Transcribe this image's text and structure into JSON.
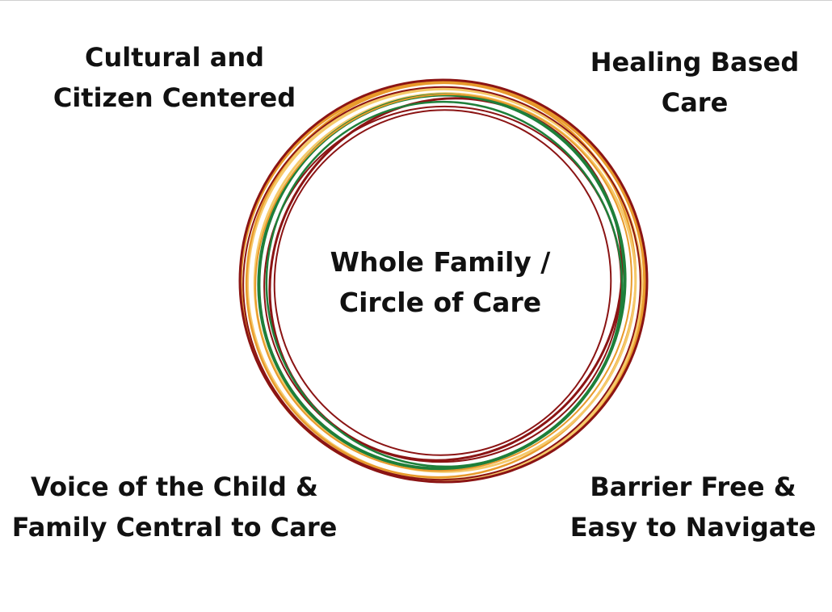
{
  "center": {
    "line1": "Whole Family /",
    "line2": "Circle of Care"
  },
  "corners": {
    "top_left": {
      "line1": "Cultural and",
      "line2": "Citizen Centered"
    },
    "top_right": {
      "line1": "Healing Based",
      "line2": "Care"
    },
    "bottom_left": {
      "line1": "Voice of the Child &",
      "line2": "Family Central to Care"
    },
    "bottom_right": {
      "line1": "Barrier Free &",
      "line2": "Easy to Navigate"
    }
  },
  "colors": {
    "ring_dark_red": "#8b1414",
    "ring_orange": "#e89a2c",
    "ring_yellow": "#f5c96a",
    "ring_green": "#1e7f3a",
    "text": "#111111",
    "background": "#ffffff"
  }
}
